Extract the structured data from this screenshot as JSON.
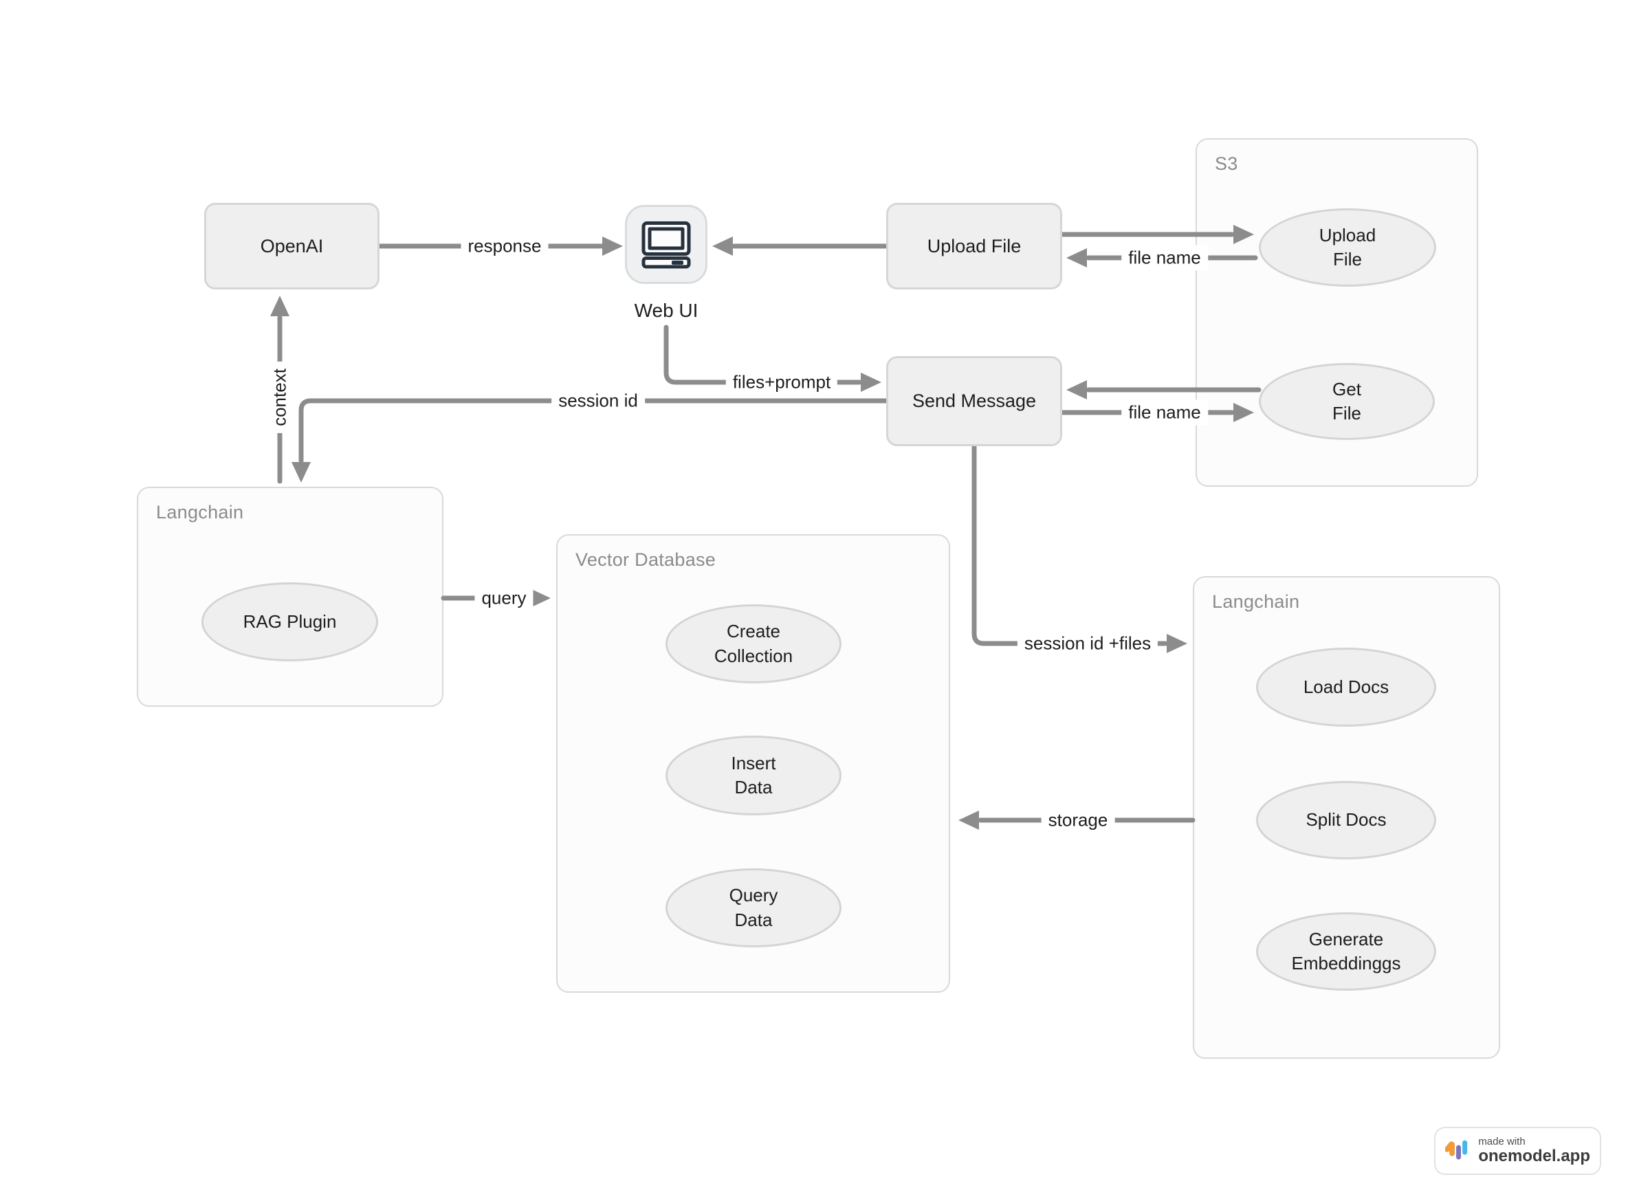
{
  "diagram": {
    "nodes": {
      "openai": {
        "label": "OpenAI"
      },
      "web_ui": {
        "label": "Web UI"
      },
      "upload_file": {
        "label": "Upload File"
      },
      "send_message": {
        "label": "Send Message"
      },
      "rag_plugin": {
        "lines": [
          "RAG Plugin"
        ]
      },
      "s3_upload_file": {
        "lines": [
          "Upload",
          "File"
        ]
      },
      "s3_get_file": {
        "lines": [
          "Get",
          "File"
        ]
      },
      "create_collection": {
        "lines": [
          "Create",
          "Collection"
        ]
      },
      "insert_data": {
        "lines": [
          "Insert",
          "Data"
        ]
      },
      "query_data": {
        "lines": [
          "Query",
          "Data"
        ]
      },
      "load_docs": {
        "lines": [
          "Load Docs"
        ]
      },
      "split_docs": {
        "lines": [
          "Split Docs"
        ]
      },
      "generate_embeddings": {
        "lines": [
          "Generate",
          "Embeddinggs"
        ]
      }
    },
    "containers": {
      "s3": {
        "label": "S3"
      },
      "langchain_left": {
        "label": "Langchain"
      },
      "vector_database": {
        "label": "Vector Database"
      },
      "langchain_right": {
        "label": "Langchain"
      }
    },
    "edge_labels": {
      "response": "response",
      "file_name_top": "file name",
      "files_prompt": "files+prompt",
      "session_id": "session id",
      "context": "context",
      "query": "query",
      "session_id_files": "session id +files",
      "storage": "storage",
      "file_name_bottom": "file name"
    },
    "colors": {
      "edge": "#8c8c8c",
      "node_fill": "#efefef",
      "node_border": "#d6d6d6",
      "container_fill": "#fcfcfc",
      "container_border": "#d9d9d9",
      "container_label": "#8b8b8b",
      "text": "#1d1d1d",
      "webui_icon_stroke": "#27323f"
    }
  },
  "badge": {
    "made_with": "made with",
    "brand": "onemodel.app",
    "logo_colors": {
      "orange": "#F09A38",
      "purple": "#7B74C0",
      "blue": "#45B7E9"
    }
  }
}
